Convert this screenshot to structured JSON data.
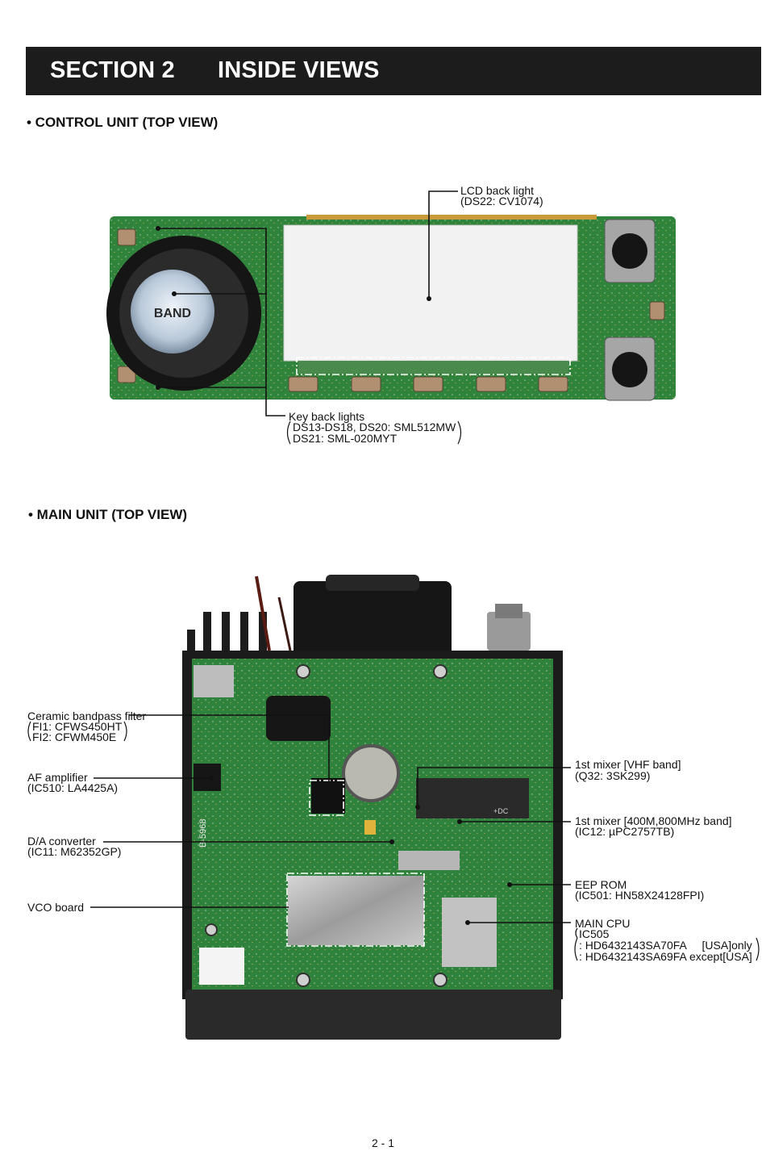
{
  "header": {
    "section": "SECTION 2",
    "title": "INSIDE VIEWS"
  },
  "control_unit": {
    "heading": "• CONTROL UNIT (TOP VIEW)",
    "knob_label": "BAND",
    "lcd_label_1": "LCD back light",
    "lcd_label_2": "(DS22: CV1074)",
    "key_label_1": "Key back lights",
    "key_label_2": "DS13-DS18, DS20: SML512MW",
    "key_label_3": "DS21: SML-020MYT"
  },
  "main_unit": {
    "heading": "• MAIN UNIT (TOP VIEW)",
    "ceramic_1": "Ceramic bandpass filter",
    "ceramic_2": "FI1: CFWS450HT",
    "ceramic_3": "FI2: CFWM450E",
    "af_1": "AF amplifier",
    "af_2": "(IC510: LA4425A)",
    "da_1": "D/A converter",
    "da_2": "(IC11: M62352GP)",
    "vco": "VCO board",
    "mixer_vhf_1": "1st mixer [VHF band]",
    "mixer_vhf_2": "(Q32: 3SK299)",
    "mixer_uhf_1": "1st mixer [400M,800MHz band]",
    "mixer_uhf_2": "(IC12: µPC2757TB)",
    "eep_1": "EEP ROM",
    "eep_2": "(IC501: HN58X24128FPI)",
    "cpu_1": "MAIN CPU",
    "cpu_2": "IC505",
    "cpu_3": ": HD6432143SA70FA     [USA]only",
    "cpu_4": ": HD6432143SA69FA except[USA]",
    "board_marking": "B-5968",
    "dc_marking": "+DC"
  },
  "page_number": "2 - 1"
}
